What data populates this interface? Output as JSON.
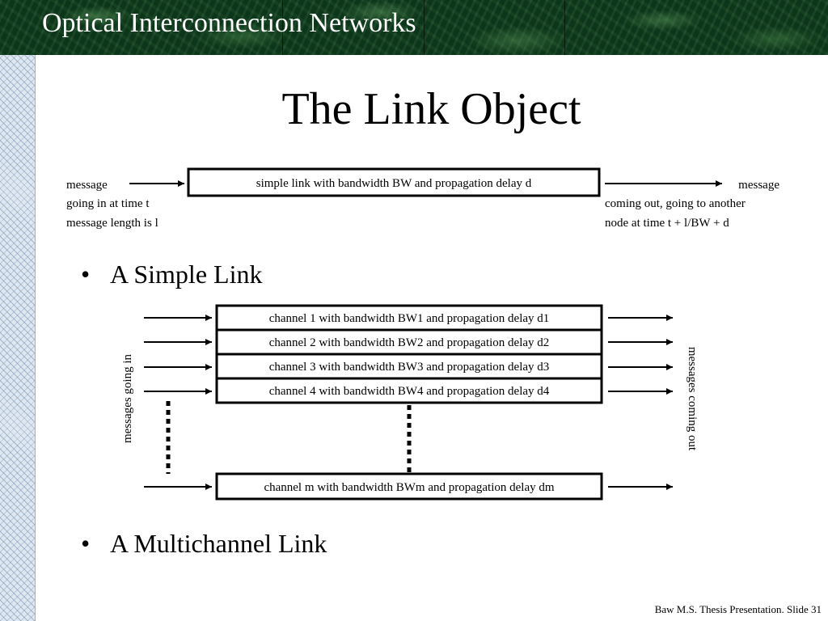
{
  "header": {
    "title": "Optical Interconnection Networks"
  },
  "slide": {
    "title": "The Link Object"
  },
  "simple_link": {
    "box_label": "simple link with bandwidth BW and propagation delay d",
    "left_lines": [
      "message",
      "going in at time t",
      "message length is l"
    ],
    "right_line1": "message",
    "right_line2": "coming out, going to another",
    "right_line3": "node at time t + l/BW + d"
  },
  "multichannel_link": {
    "left_label": "messages going in",
    "right_label": "messages coming out",
    "channels": [
      "channel 1 with bandwidth BW1 and propagation delay d1",
      "channel 2 with bandwidth BW2 and propagation delay d2",
      "channel 3 with bandwidth BW3 and propagation delay d3",
      "channel 4 with bandwidth BW4 and propagation delay d4"
    ],
    "last_channel": "channel m with bandwidth BWm and propagation delay dm"
  },
  "bullets": [
    "A Simple Link",
    "A Multichannel Link"
  ],
  "footer": "Baw M.S. Thesis Presentation. Slide 31"
}
